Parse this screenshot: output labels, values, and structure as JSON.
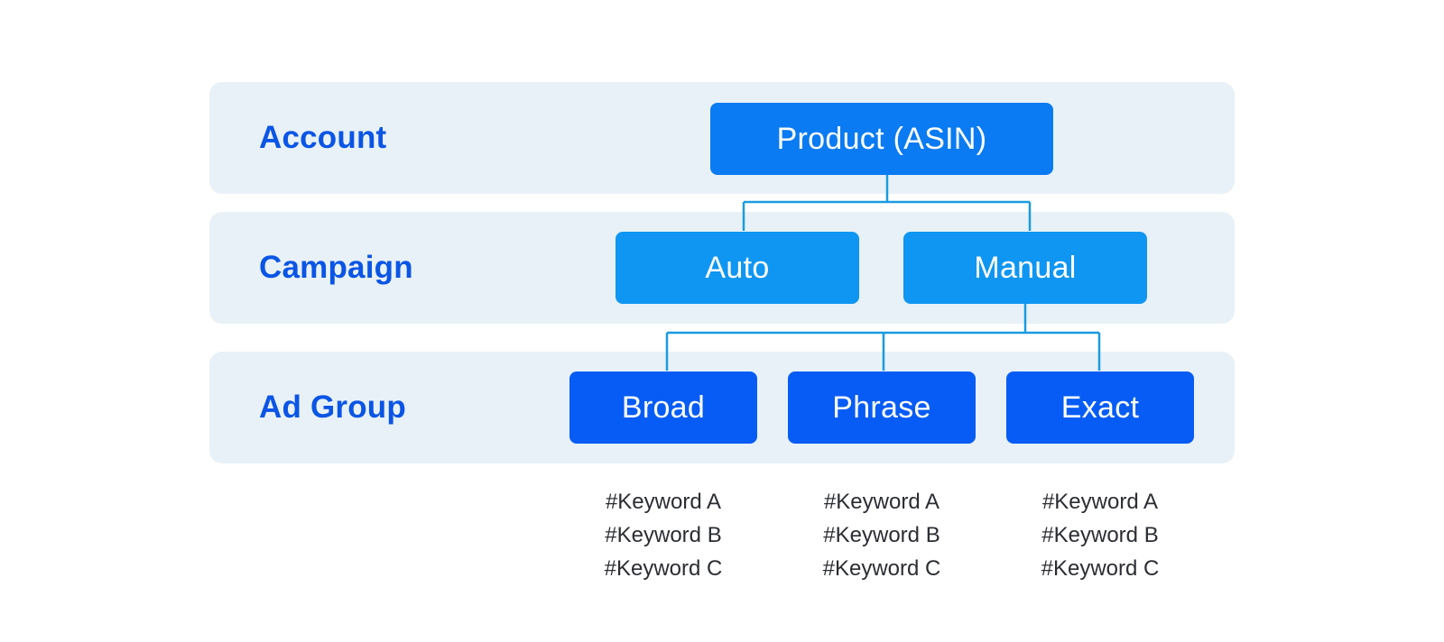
{
  "levels": {
    "account": "Account",
    "campaign": "Campaign",
    "ad_group": "Ad Group"
  },
  "nodes": {
    "product": "Product (ASIN)",
    "auto": "Auto",
    "manual": "Manual",
    "broad": "Broad",
    "phrase": "Phrase",
    "exact": "Exact"
  },
  "keywords": {
    "broad": [
      "#Keyword A",
      "#Keyword B",
      "#Keyword C"
    ],
    "phrase": [
      "#Keyword A",
      "#Keyword B",
      "#Keyword C"
    ],
    "exact": [
      "#Keyword A",
      "#Keyword B",
      "#Keyword C"
    ]
  },
  "colors": {
    "band_background": "#e8f1f7",
    "label_text": "#0b55e6",
    "product_node": "#0a7bf2",
    "campaign_node": "#0f96f2",
    "ad_group_node": "#065cf5",
    "connector": "#1a9be0",
    "keyword_text": "#2b2d33"
  }
}
